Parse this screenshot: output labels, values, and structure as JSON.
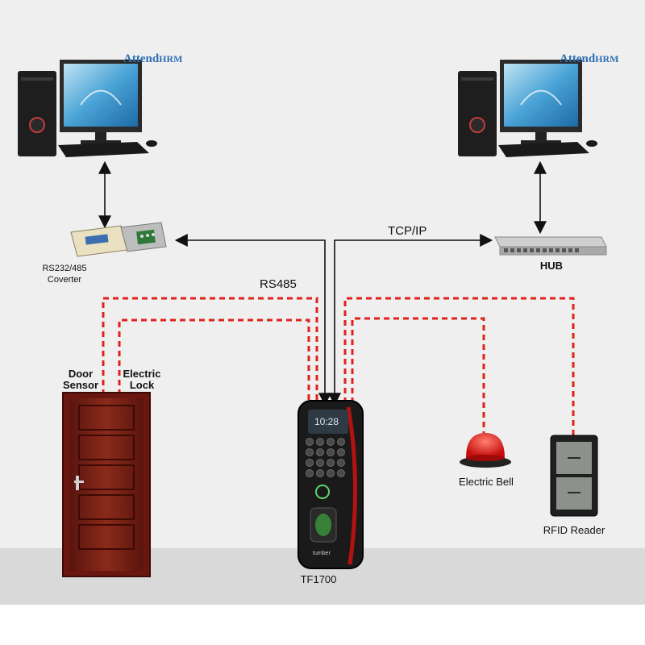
{
  "brand": {
    "left_a": "Attend",
    "left_b": "HRM",
    "right_a": "Attend",
    "right_b": "HRM"
  },
  "labels": {
    "converter_line1": "RS232/485",
    "converter_line2": "Coverter",
    "hub": "HUB",
    "tcpip": "TCP/IP",
    "rs485": "RS485",
    "door_sensor_1": "Door",
    "door_sensor_2": "Sensor",
    "electric_lock_1": "Electric",
    "electric_lock_2": "Lock",
    "device": "TF1700",
    "bell": "Electric Bell",
    "rfid": "RFID Reader",
    "device_clock": "10:28",
    "device_logo": "tumber"
  },
  "colors": {
    "dashed_wire": "#e0211b",
    "door": "#7a1e14",
    "accent_blue": "#2f6fb3",
    "background": "#efefef",
    "floor": "#d9d9d9"
  }
}
